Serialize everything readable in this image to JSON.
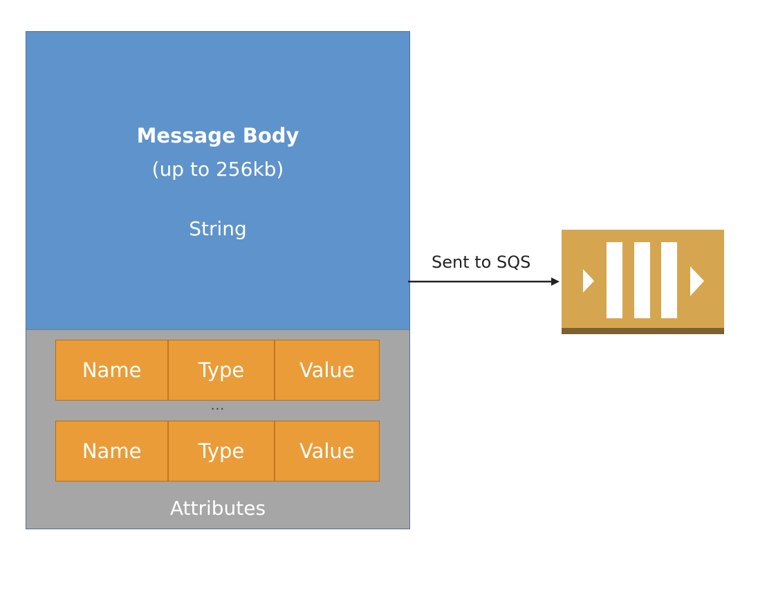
{
  "message": {
    "body": {
      "title": "Message Body",
      "limit": "(up to 256kb)",
      "type": "String"
    },
    "attributes": {
      "rows": [
        {
          "name": "Name",
          "type": "Type",
          "value": "Value"
        },
        {
          "name": "Name",
          "type": "Type",
          "value": "Value"
        }
      ],
      "ellipsis": "...",
      "label": "Attributes"
    }
  },
  "connector": {
    "label": "Sent to SQS"
  },
  "icons": {
    "queue": "sqs-queue-icon"
  },
  "colors": {
    "message_body": "#5f93cb",
    "attributes": "#a6a6a6",
    "attribute_cells": "#ea9c38",
    "sqs_icon": "#d5a64f",
    "sqs_icon_base": "#7c6134"
  }
}
